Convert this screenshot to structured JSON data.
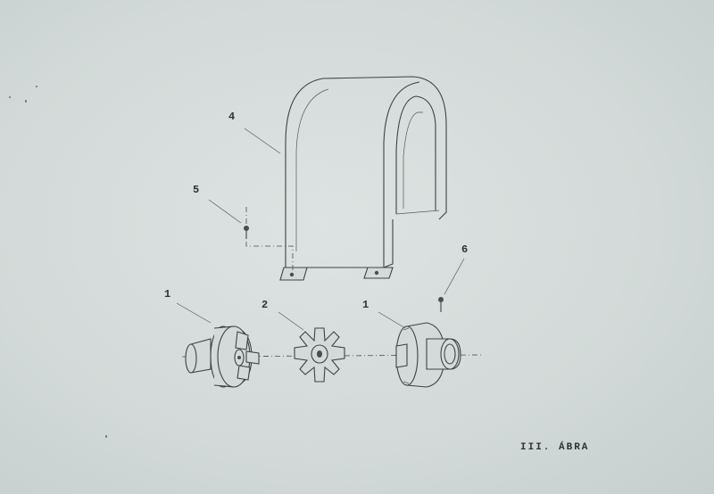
{
  "caption": "III. ÁBRA",
  "callouts": {
    "coupling_half_left": "1",
    "spider_insert": "2",
    "coupling_half_right": "1",
    "guard_cover": "4",
    "screw_left": "5",
    "screw_right": "6"
  }
}
